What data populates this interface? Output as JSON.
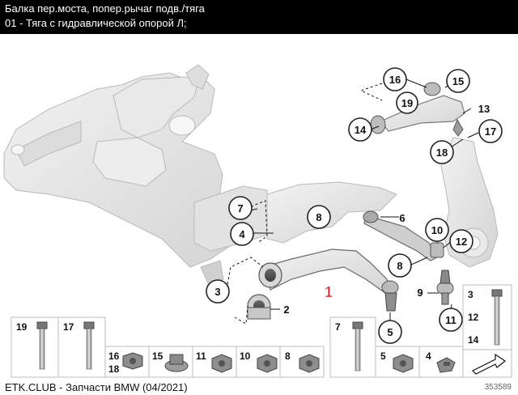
{
  "header": {
    "title": "Балка пер.моста, попер.рычаг подв./тяга",
    "subtitle": "01 - Тяга с гидравлической опорой Л;"
  },
  "footer": {
    "credit": "ETK.CLUB - Запчасти BMW (04/2021)",
    "image_id": "353589"
  },
  "callouts": {
    "c16": "16",
    "c15": "15",
    "c19": "19",
    "c13": "13",
    "c14": "14",
    "c17": "17",
    "c18": "18",
    "c7": "7",
    "c8a": "8",
    "c4": "4",
    "c6": "6",
    "c10": "10",
    "c12": "12",
    "c8b": "8",
    "c3": "3",
    "c1": "1",
    "c2": "2",
    "c9": "9",
    "c11": "11",
    "c5": "5"
  },
  "hardware": {
    "b19": "19",
    "b17": "17",
    "b16_18a": "16",
    "b16_18b": "18",
    "b15": "15",
    "b11": "11",
    "b10": "10",
    "b8": "8",
    "b7": "7",
    "b5": "5",
    "b4": "4",
    "b3": "3",
    "b12": "12",
    "b14": "14"
  },
  "colors": {
    "selected": "#e01010",
    "part_fill": "#e6e6e6",
    "part_stroke": "#b5b5b5",
    "header_bg": "#000000"
  }
}
